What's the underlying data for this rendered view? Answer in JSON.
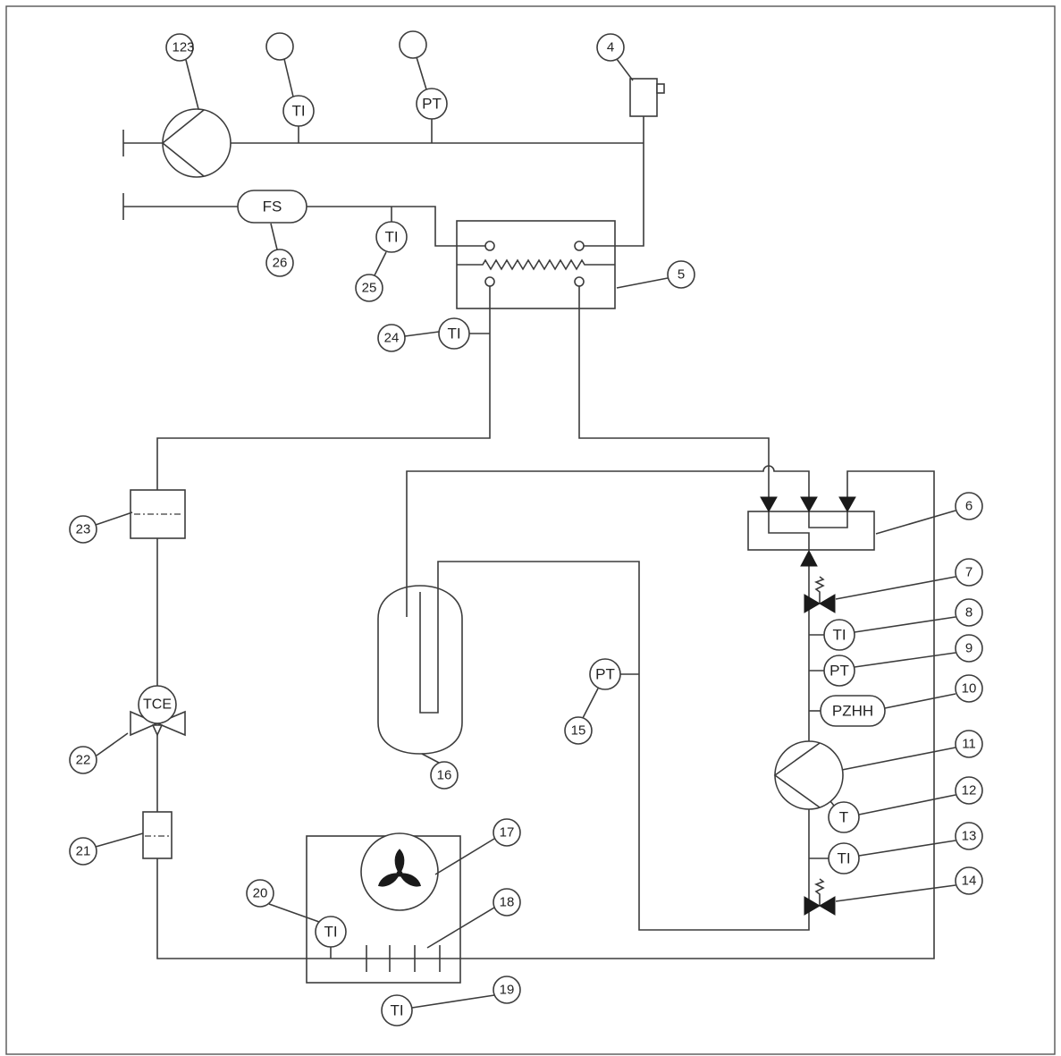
{
  "colors": {
    "line": "#3c3c3c",
    "background": "#ffffff",
    "valve_fill": "#1a1a1a"
  },
  "callouts": {
    "c123": "123",
    "c4": "4",
    "c5": "5",
    "c6": "6",
    "c7": "7",
    "c8": "8",
    "c9": "9",
    "c10": "10",
    "c11": "11",
    "c12": "12",
    "c13": "13",
    "c14": "14",
    "c15": "15",
    "c16": "16",
    "c17": "17",
    "c18": "18",
    "c19": "19",
    "c20": "20",
    "c21": "21",
    "c22": "22",
    "c23": "23",
    "c24": "24",
    "c25": "25",
    "c26": "26"
  },
  "instruments": {
    "ti_top": "TI",
    "pt_top": "PT",
    "fs_26": "FS",
    "ti_25": "TI",
    "ti_24": "TI",
    "ti_8": "TI",
    "pt_9": "PT",
    "pzhh_10": "PZHH",
    "t_12": "T",
    "ti_13": "TI",
    "pt_15": "PT",
    "tce_22": "TCE",
    "ti_20": "TI",
    "ti_19": "TI"
  }
}
